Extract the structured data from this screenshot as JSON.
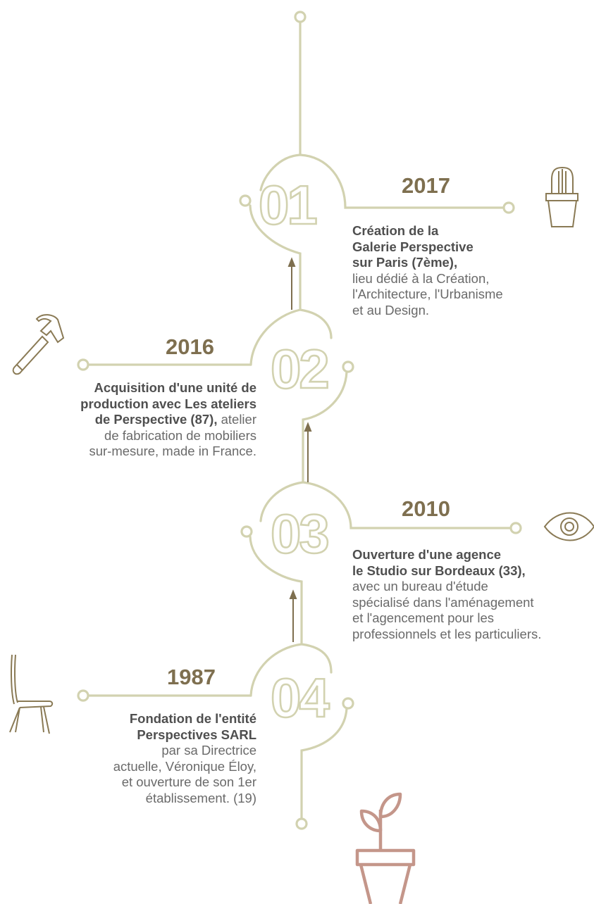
{
  "timeline": [
    {
      "number": "01",
      "year": "2017",
      "title_lines": [
        "Création de la",
        "Galerie  Perspective",
        "sur Paris (7ème),"
      ],
      "text_lines": [
        "lieu dédié à la Création,",
        "l'Architecture, l'Urbanisme",
        "et au Design."
      ],
      "icon": "cactus-pot-icon"
    },
    {
      "number": "02",
      "year": "2016",
      "title_lines": [
        "Acquisition d'une unité de",
        "production avec Les ateliers",
        "de Perspective (87),"
      ],
      "text_inline": "atelier",
      "text_lines": [
        "de fabrication de mobiliers",
        "sur-mesure, made in France."
      ],
      "icon": "hammer-icon"
    },
    {
      "number": "03",
      "year": "2010",
      "title_lines": [
        "Ouverture d'une agence",
        "le Studio sur Bordeaux (33),"
      ],
      "text_lines": [
        "avec un bureau d'étude",
        "spécialisé dans l'aménagement",
        "et  l'agencement pour les",
        "professionnels et les particuliers."
      ],
      "icon": "eye-icon"
    },
    {
      "number": "04",
      "year": "1987",
      "title_lines": [
        "Fondation de l'entité",
        "Perspectives SARL"
      ],
      "text_lines": [
        "par sa Directrice",
        "actuelle, Véronique Éloy,",
        "et ouverture de son 1er",
        "établissement. (19)"
      ],
      "icon": "chair-icon"
    }
  ],
  "bottom_icon": "plant-pot-icon",
  "colors": {
    "line": "#d2d2b0",
    "arrow": "#7e6f4f",
    "year": "#7e6f4f",
    "icon": "#8a7a55",
    "plant": "#c4968a",
    "text": "#6a6a6a"
  }
}
